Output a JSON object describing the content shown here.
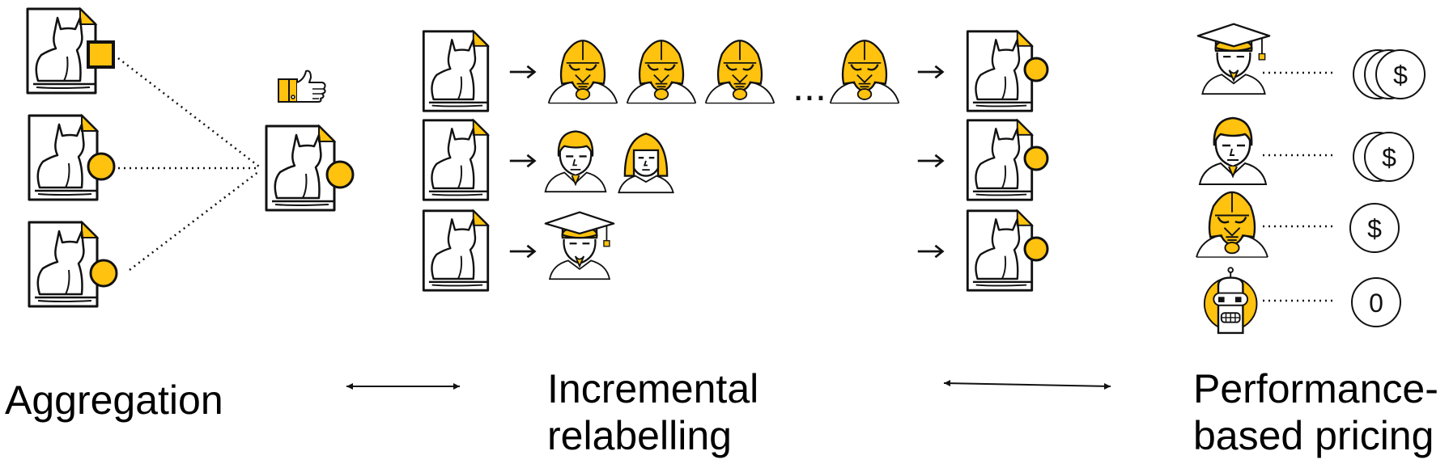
{
  "colors": {
    "accent": "#FFC20E",
    "stroke": "#111111"
  },
  "icons": {
    "document": "cat-document-icon",
    "label_square": "square-label-icon",
    "label_circle": "circle-label-icon",
    "approval": "thumbs-up-icon",
    "dark_helmet_person": "dark-helmet-person-icon",
    "man": "man-avatar-icon",
    "woman": "woman-avatar-icon",
    "graduate": "graduate-avatar-icon",
    "robot": "robot-avatar-icon",
    "coin": "coin-icon",
    "arrow": "arrow-right-icon"
  },
  "sections": {
    "aggregation": {
      "title": "Aggregation"
    },
    "incremental": {
      "title_line1": "Incremental",
      "title_line2": "relabelling"
    },
    "pricing": {
      "title_line1": "Performance-",
      "title_line2": "based pricing"
    }
  },
  "incremental": {
    "ellipsis": "..."
  },
  "pricing": {
    "coins": [
      {
        "symbol": "$"
      },
      {
        "symbol": "$"
      },
      {
        "symbol": "$"
      },
      {
        "symbol": "0"
      }
    ]
  }
}
